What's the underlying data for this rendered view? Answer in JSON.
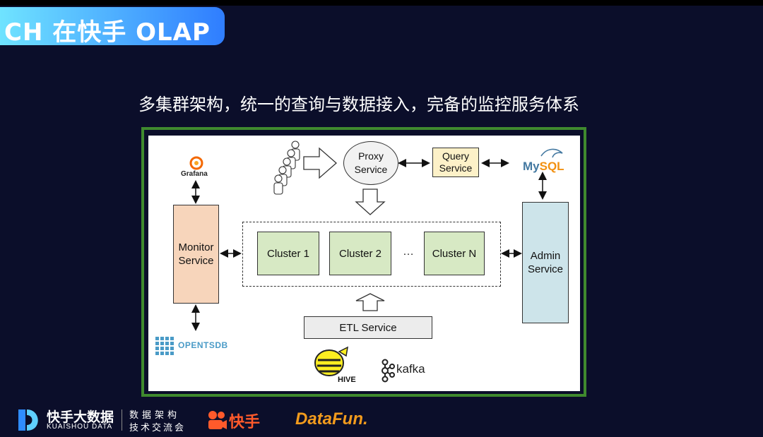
{
  "header": {
    "title": "CH 在快手 OLAP"
  },
  "slide": {
    "subtitle": "多集群架构，统一的查询与数据接入，完备的监控服务体系"
  },
  "diagram": {
    "proxy": "Proxy\nService",
    "query": "Query\nService",
    "monitor": "Monitor\nService",
    "admin": "Admin\nService",
    "clusters": [
      "Cluster 1",
      "Cluster 2",
      "Cluster N"
    ],
    "ellipsis": "…",
    "etl": "ETL Service",
    "logos": {
      "grafana": "Grafana",
      "mysql_a": "My",
      "mysql_b": "SQL",
      "opentsdb": "OPENTSDB",
      "hive": "HIVE",
      "kafka": "kafka"
    }
  },
  "footer": {
    "brand_cn": "快手大数据",
    "brand_en": "KUAISHOU DATA",
    "tag_line1": "数据架构",
    "tag_line2": "技术交流会",
    "kuaishou": "快手",
    "datafun": "DataFun."
  },
  "colors": {
    "background": "#0b0e2a",
    "frame": "#3f8a2e",
    "cluster": "#d7e9c4",
    "monitor": "#f7d5bb",
    "admin": "#cde4ea",
    "query": "#fdf1c8"
  }
}
